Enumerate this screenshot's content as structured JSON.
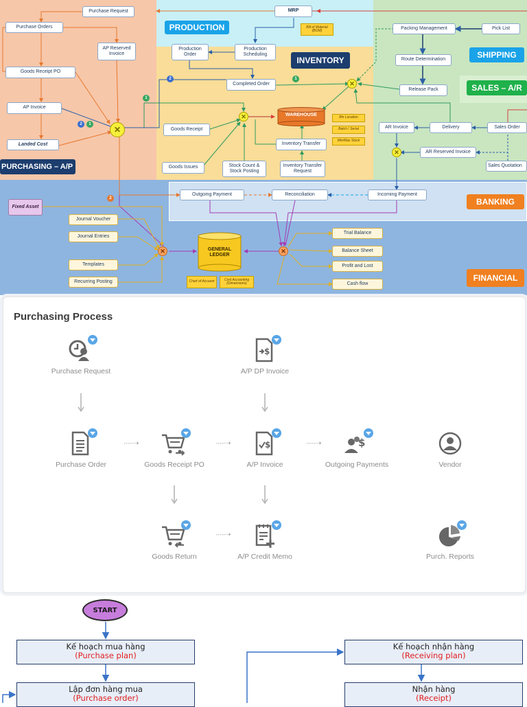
{
  "diagram": {
    "zones": {
      "production": "PRODUCTION",
      "inventory": "INVENTORY",
      "shipping": "SHIPPING",
      "sales": "SALES – A/R",
      "purchasing": "PURCHASING – A/P",
      "banking": "BANKING",
      "financial": "FINANCIAL"
    },
    "purchasing_nodes": {
      "purchase_request": "Purchase Request",
      "purchase_orders": "Purchase Orders",
      "ap_reserved_invoice": "AP Reserved Invoice",
      "goods_receipt_po": "Goods Receipt PO",
      "ap_invoice": "AP Invoice",
      "landed_cost": "Landed Cost"
    },
    "production_nodes": {
      "mrp": "MRP",
      "bom": "Bill of Material (BOM)",
      "production_order": "Production Order",
      "production_scheduling": "Production Scheduling",
      "completed_order": "Completed Order"
    },
    "inventory_nodes": {
      "warehouse": "WAREHOUSE",
      "goods_receipt": "Goods Receipt",
      "goods_issues": "Goods Issues",
      "stock_count": "Stock Count & Stock Posting",
      "inventory_transfer": "Inventory Transfer",
      "inventory_transfer_request": "Inventory Transfer Request",
      "bin_location": "Bin Location",
      "batch_serial": "Batch / Serial",
      "minmax_stock": "Min/Max Stock"
    },
    "shipping_nodes": {
      "packing_management": "Packing Management",
      "pick_list": "Pick List",
      "route_determination": "Route Determination",
      "release_pack": "Release Pack"
    },
    "sales_nodes": {
      "ar_invoice": "AR Invoice",
      "delivery": "Delivery",
      "sales_order": "Sales Order",
      "ar_reserved_invoice": "AR Reserved Invoice",
      "sales_quotation": "Sales Quotation"
    },
    "banking_nodes": {
      "outgoing_payment": "Outgoing Payment",
      "reconciliation": "Reconciliation",
      "incoming_payment": "Incoming Payment"
    },
    "financial_nodes": {
      "fixed_asset": "Fixed Asset",
      "journal_voucher": "Journal Voucher",
      "journal_entries": "Journal Entries",
      "templates": "Templates",
      "recurring_posting": "Recurring Posting",
      "general_ledger": "GENERAL LEDGER",
      "chart_of_account": "Chart of Account",
      "cost_accounting": "Cost Accounting (Dimensions)",
      "trial_balance": "Trial Balance",
      "balance_sheet": "Balance Sheet",
      "profit_and_lost": "Profit and Lost",
      "cash_flow": "Cash flow"
    },
    "markers": {
      "one": "1",
      "two": "2"
    },
    "colors": {
      "purchasing_bg": "#f7c7a9",
      "production_bg": "#c8f0f6",
      "inventory_bg": "#f9dd98",
      "shipping_bg": "#c9e6c0",
      "banking_bg": "#cfe1f2",
      "financial_bg": "#8eb5e0",
      "badge_blue": "#1aa3e8",
      "badge_green": "#1fb14b",
      "badge_orange": "#f08020",
      "badge_navy": "#1c3d6e"
    }
  },
  "purchasing_process": {
    "title": "Purchasing Process",
    "items": {
      "purchase_request": "Purchase Request",
      "ap_dp_invoice": "A/P DP Invoice",
      "purchase_order": "Purchase Order",
      "goods_receipt_po": "Goods Receipt PO",
      "ap_invoice": "A/P Invoice",
      "outgoing_payments": "Outgoing Payments",
      "vendor": "Vendor",
      "goods_return": "Goods Return",
      "ap_credit_memo": "A/P Credit Memo",
      "purch_reports": "Purch. Reports"
    },
    "icons": {
      "purchase_request": "clock-user-icon",
      "ap_dp_invoice": "document-dollar-icon",
      "purchase_order": "document-icon",
      "goods_receipt_po": "cart-arrow-icon",
      "ap_invoice": "document-check-dollar-icon",
      "outgoing_payments": "people-dollar-icon",
      "vendor": "user-circle-icon",
      "goods_return": "cart-return-icon",
      "ap_credit_memo": "memo-plus-icon",
      "purch_reports": "pie-chart-icon"
    }
  },
  "flowchart": {
    "start": "START",
    "purchase_plan_vi": "Kế hoạch mua hàng",
    "purchase_plan_en": "(Purchase plan)",
    "purchase_order_vi": "Lập đơn hàng mua",
    "purchase_order_en": "(Purchase order)",
    "receiving_plan_vi": "Kế hoạch nhận hàng",
    "receiving_plan_en": "(Receiving plan)",
    "receipt_vi": "Nhận hàng",
    "receipt_en": "(Receipt)"
  }
}
